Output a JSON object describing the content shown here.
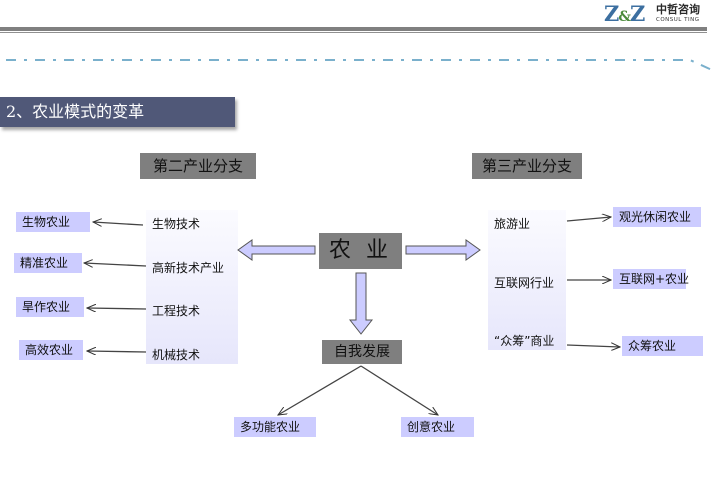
{
  "brand": {
    "mark": "Z&Z",
    "name_cn": "中哲咨询",
    "name_en": "CONSUL TING"
  },
  "section_title": "2、农业模式的变革",
  "center": {
    "label": "农 业"
  },
  "secondary_industry": {
    "header": "第二产业分支",
    "branches": [
      {
        "source": "生物技术",
        "target": "生物农业"
      },
      {
        "source": "高新技术产业",
        "target": "精准农业"
      },
      {
        "source": "工程技术",
        "target": "旱作农业"
      },
      {
        "source": "机械技术",
        "target": "高效农业"
      }
    ]
  },
  "tertiary_industry": {
    "header": "第三产业分支",
    "branches": [
      {
        "source": "旅游业",
        "target": "观光休闲农业"
      },
      {
        "source": "互联网行业",
        "target": "互联网+农业"
      },
      {
        "source": "“众筹”商业",
        "target": "众筹农业"
      }
    ]
  },
  "self_development": {
    "label": "自我发展",
    "outcomes": [
      "多功能农业",
      "创意农业"
    ]
  },
  "colors": {
    "title_bar": "#505878",
    "gray_box": "#7f7f7f",
    "purple_box": "#ccccff",
    "dashed_line": "#7ab0cc",
    "block_arrow_fill": "#ccccff"
  }
}
